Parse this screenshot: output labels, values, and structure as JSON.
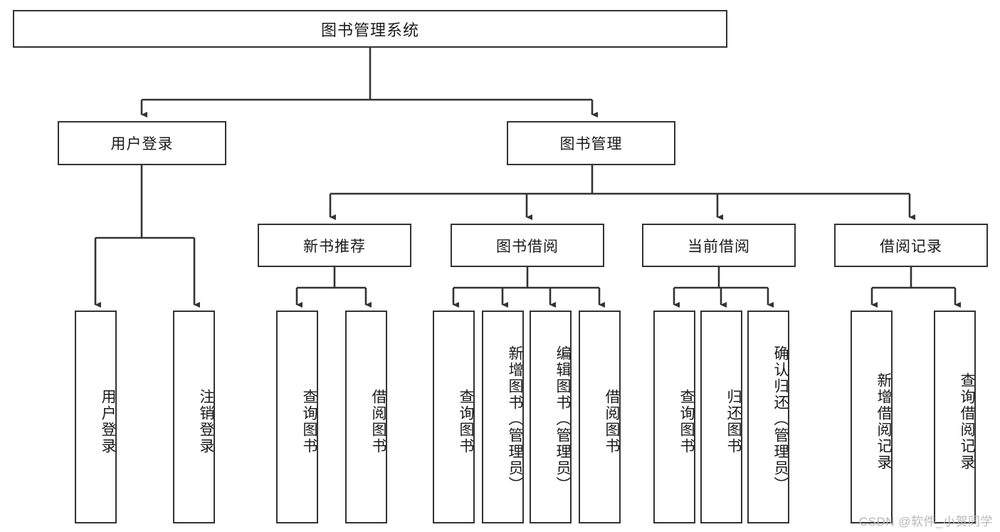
{
  "diagram": {
    "title": "图书管理系统",
    "type": "tree",
    "watermark": "CSDN @软件_小贺同学",
    "style": {
      "box_fill": "#ffffff",
      "box_stroke": "#333333",
      "line_color": "#333333",
      "text_color": "#1a1a1a",
      "watermark_color": "#b8b8b8",
      "background": "#ffffff"
    },
    "nodes": {
      "root": {
        "label": "图书管理系统",
        "level": 0
      },
      "login": {
        "label": "用户登录",
        "level": 1
      },
      "book_manage": {
        "label": "图书管理",
        "level": 1
      },
      "new_book_rec": {
        "label": "新书推荐",
        "level": 2
      },
      "book_borrow": {
        "label": "图书借阅",
        "level": 2
      },
      "current_borrow": {
        "label": "当前借阅",
        "level": 2
      },
      "borrow_record": {
        "label": "借阅记录",
        "level": 2
      },
      "leaf_user_login": {
        "label": "用户登录",
        "level": 2
      },
      "leaf_user_logout": {
        "label": "注销登录",
        "level": 2
      },
      "leaf_query_book_1": {
        "label": "查询图书",
        "level": 3
      },
      "leaf_borrow_book_1": {
        "label": "借阅图书",
        "level": 3
      },
      "leaf_query_book_2": {
        "label": "查询图书",
        "level": 3
      },
      "leaf_add_book": {
        "label": "新增图书（管理员）",
        "level": 3
      },
      "leaf_edit_book": {
        "label": "编辑图书（管理员）",
        "level": 3
      },
      "leaf_borrow_book_2": {
        "label": "借阅图书",
        "level": 3
      },
      "leaf_query_book_3": {
        "label": "查询图书",
        "level": 3
      },
      "leaf_return_book": {
        "label": "归还图书",
        "level": 3
      },
      "leaf_confirm_return": {
        "label": "确认归还（管理员）",
        "level": 3
      },
      "leaf_add_record": {
        "label": "新增借阅记录",
        "level": 3
      },
      "leaf_query_record": {
        "label": "查询借阅记录",
        "level": 3
      }
    },
    "edges": [
      {
        "from": "root",
        "to": "login"
      },
      {
        "from": "root",
        "to": "book_manage"
      },
      {
        "from": "login",
        "to": "leaf_user_login"
      },
      {
        "from": "login",
        "to": "leaf_user_logout"
      },
      {
        "from": "book_manage",
        "to": "new_book_rec"
      },
      {
        "from": "book_manage",
        "to": "book_borrow"
      },
      {
        "from": "book_manage",
        "to": "current_borrow"
      },
      {
        "from": "book_manage",
        "to": "borrow_record"
      },
      {
        "from": "new_book_rec",
        "to": "leaf_query_book_1"
      },
      {
        "from": "new_book_rec",
        "to": "leaf_borrow_book_1"
      },
      {
        "from": "book_borrow",
        "to": "leaf_query_book_2"
      },
      {
        "from": "book_borrow",
        "to": "leaf_add_book"
      },
      {
        "from": "book_borrow",
        "to": "leaf_edit_book"
      },
      {
        "from": "book_borrow",
        "to": "leaf_borrow_book_2"
      },
      {
        "from": "current_borrow",
        "to": "leaf_query_book_3"
      },
      {
        "from": "current_borrow",
        "to": "leaf_return_book"
      },
      {
        "from": "current_borrow",
        "to": "leaf_confirm_return"
      },
      {
        "from": "borrow_record",
        "to": "leaf_add_record"
      },
      {
        "from": "borrow_record",
        "to": "leaf_query_record"
      }
    ]
  }
}
